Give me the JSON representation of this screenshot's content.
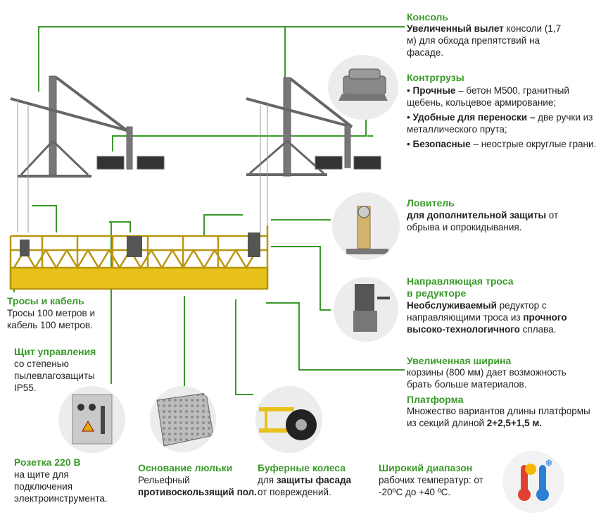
{
  "callouts": {
    "console": {
      "title": "Консоль",
      "bold": "Увеличенный вылет",
      "text": " консоли (1,7 м) для обхода препятствий на фасаде."
    },
    "counterweights": {
      "title": "Контргрузы",
      "b1": "Прочные",
      "t1": " – бетон М500, гранитный щебень, кольцевое армирование;",
      "b2": "Удобные для переноски –",
      "t2": " две ручки из металлического прута;",
      "b3": "Безопасные",
      "t3": " – неострые округлые грани."
    },
    "catcher": {
      "title": "Ловитель",
      "bold": "для дополнительной защиты",
      "text": " от обрыва и опрокидывания."
    },
    "rope_guide": {
      "title1": "Направляющая троса",
      "title2": "в редукторе",
      "b1": "Необслуживаемый",
      "t1": " редуктор с направляющими троса из ",
      "b2": "прочного высоко-технологичного",
      "t2": " сплава."
    },
    "width": {
      "title": "Увеличенная ширина",
      "text": "корзины (800 мм) дает возможность брать больше материалов."
    },
    "platform": {
      "title": "Платформа",
      "text": "Множество вариантов длины платформы из секций длиной ",
      "bold": "2+2,5+1,5 м."
    },
    "ropes": {
      "title": "Тросы и кабель",
      "text": "Тросы 100 метров и кабель 100 метров."
    },
    "panel": {
      "title": "Щит управления",
      "text": "со степенью пылевлагозащиты IP55."
    },
    "socket": {
      "title": "Розетка 220 В",
      "text": "на щите для подключения электроинструмента."
    },
    "base": {
      "title": "Основание люльки",
      "text": "Рельефный ",
      "bold": "противоскользящий пол."
    },
    "wheels": {
      "title": "Буферные колеса",
      "text": "для ",
      "bold": "защиты фасада",
      "text2": " от повреждений."
    },
    "temp": {
      "title": "Широкий диапазон",
      "text": "рабочих температур: от -20ºС до +40 ºС."
    }
  },
  "colors": {
    "accent": "#3a9a2a",
    "platform": "#e8c21a",
    "steel": "#666666"
  },
  "icons": [
    "counterweight-icon",
    "catcher-icon",
    "gearbox-icon",
    "control-panel-icon",
    "floor-icon",
    "wheel-icon",
    "thermometer-icon"
  ]
}
